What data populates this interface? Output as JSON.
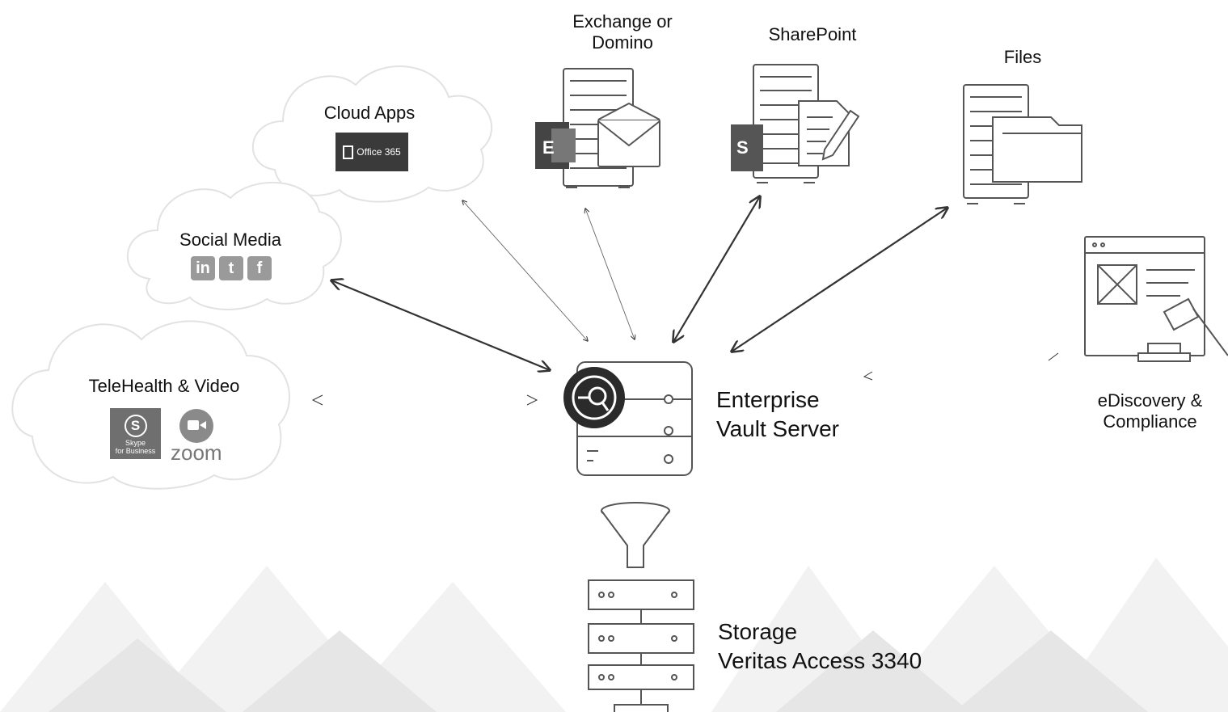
{
  "nodes": {
    "exchange": "Exchange or\nDomino",
    "sharepoint": "SharePoint",
    "files": "Files",
    "cloud_apps": "Cloud Apps",
    "social_media": "Social Media",
    "telehealth": "TeleHealth & Video",
    "ediscovery": "eDiscovery &\nCompliance",
    "enterprise_vault": "Enterprise\nVault Server",
    "storage": "Storage\nVeritas Access 3340"
  },
  "logos": {
    "office365": "Office 365",
    "linkedin": "in",
    "twitter": "t",
    "facebook": "f",
    "skype": "Skype\nfor Business",
    "zoom": "zoom"
  },
  "icons": {
    "exchange": "exchange-server-mail-icon",
    "sharepoint": "sharepoint-server-document-icon",
    "files": "file-server-folder-icon",
    "ediscovery": "browser-gavel-icon",
    "vault": "vault-server-icon",
    "filter": "funnel-icon",
    "storage": "storage-stack-icon"
  },
  "colors": {
    "background": "#ffffff",
    "pattern": "#eeeeee",
    "line": "#333333",
    "icon": "#555555"
  }
}
